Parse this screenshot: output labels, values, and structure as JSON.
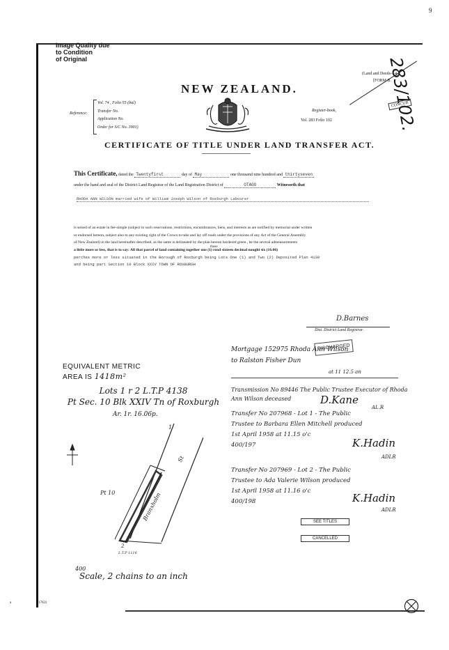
{
  "header": {
    "quality_note": [
      "Image Quality due",
      "to Condition",
      "of Original"
    ],
    "corner_mark": "9",
    "land_deeds": "(Land and Deeds—4.",
    "form": "[FORM B.",
    "country": "NEW ZEALAND.",
    "handwritten_ref": "283/102.",
    "stamp_small": "CONCUR",
    "register_label": "Register-book,",
    "register_value": "Vol. 283   Folio 102"
  },
  "references": {
    "label": "Reference:",
    "lines": [
      "Vol. 74 , Folio 55 (bal)",
      "Transfer No.",
      "Application No.",
      "Order for S/C No. 3901)"
    ]
  },
  "certificate": {
    "title": "CERTIFICATE OF TITLE UNDER LAND TRANSFER ACT.",
    "this_certificate": "This Certificate,",
    "dated_the": "dated the",
    "date_day": "Twentyfirst",
    "day_of": "day of",
    "month": "May",
    "year_text": "one thousand nine hundred and",
    "year_fill": "thirtyseven",
    "under_hand": "under the hand and seal of the District Land Registrar of the Land Registration District of",
    "district": "OTAGO",
    "witnesseth": "Witnesseth that",
    "owner": "RHODA ANN WILSON married wife of William Joseph Wilson of Roxburgh Labourer",
    "body_lines": [
      "is seised of an estate in fee-simple (subject to such reservations, restrictions, encumbrances, liens, and interests as are notified by memorial under written",
      "or endorsed hereon, subject also to any existing right of the Crown to take and lay off roads under the provisions of any Act of the General Assembly",
      "of New Zealand) in the land hereinafter described, as the same is delineated by the plan hereon bordered        green       , be the several admeasurements",
      "a little more or less, that is to say: All that parcel of land containing together one (1) rood sixteen decimal nought six (16.06)"
    ],
    "those_note": "those",
    "lots_lines": [
      "perches more or less situated in the Borough of Roxburgh being Lots One (1) and Two (2) Deposited Plan 4138",
      "and being part Section 10 Block XXIV TOWN OF ROXBURGH"
    ],
    "signature": "D.Barnes",
    "signature_label": "Dist. District Land Registrar."
  },
  "plan": {
    "equiv_label": "EQUIVALENT METRIC",
    "area_label": "AREA IS",
    "area_value": "1418m²",
    "lots_heading": "Lots 1 r 2 L.T.P 4138",
    "section_heading": "Pt Sec. 10 Blk XXIV Tn of Roxburgh",
    "area_hand": "Ar.  1r. 16.06p.",
    "pt_label": "Pt 10",
    "street": "Branxholm",
    "street_st": "St",
    "lot_num_1": "1",
    "lot_num_2": "2",
    "ltp": "L.T.P 1116",
    "scale_num": "400",
    "scale": "Scale, 2 chains to an inch"
  },
  "memorials": {
    "m1_line1": "Mortgage 152975 Rhoda Ann Wilson",
    "m1_line2": "to Ralston Fisher Dun",
    "m1_tail": "at 11 12.5 an",
    "m1_stamp": "DISCHARGED",
    "m2_line1": "Transmission No 89446 The Public Trustee Executor of Rhoda",
    "m2_line2": "Ann Wilson deceased",
    "m2_signoff": "D.Kane",
    "m2_init": "AL.R",
    "m3_lines": [
      "Transfer No 207968 - Lot 1 - The Public",
      "Trustee to Barbara Ellen Mitchell produced",
      "1st April 1958 at 11.15 o'c",
      "400/197"
    ],
    "m3_signoff": "K.Hadin",
    "m3_init": "ADLR",
    "m4_lines": [
      "Transfer No 207969 - Lot 2 - The Public",
      "Trustee to Ada Valerie Wilson produced",
      "1st April 1958 at 11.16 o'c",
      "400/198"
    ],
    "m4_signoff": "K.Hadin",
    "m4_init": "ADLR",
    "stamp_cancelled": "CANCELLED",
    "stamp_small": "SEE TITLES"
  },
  "footer": {
    "left_tiny": "a",
    "left_tiny2": "17022"
  }
}
